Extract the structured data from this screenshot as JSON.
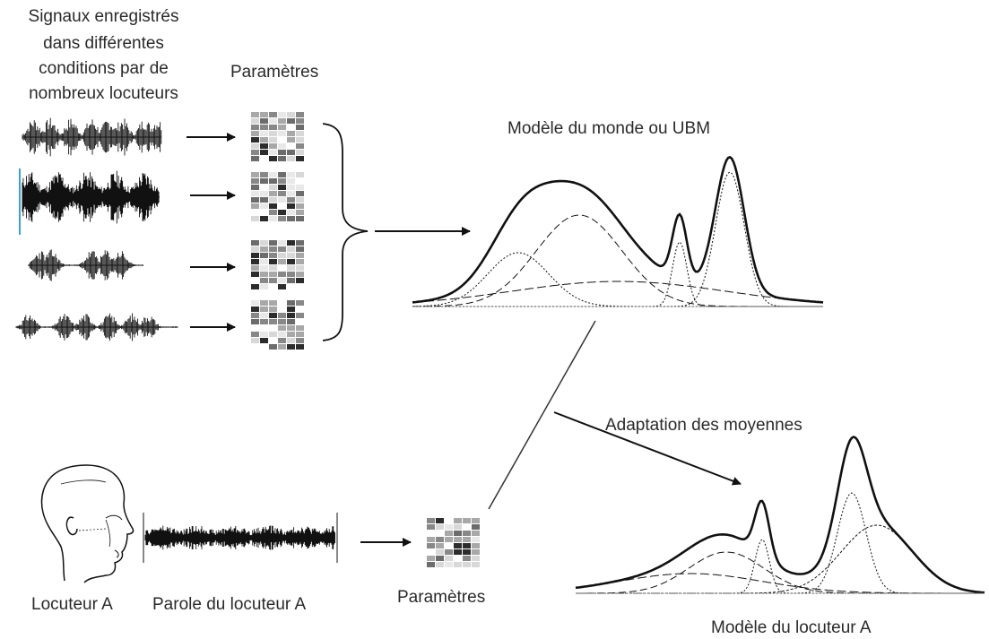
{
  "labels": {
    "signals_title_1": "Signaux enregistrés",
    "signals_title_2": "dans différentes",
    "signals_title_3": "conditions par de",
    "signals_title_4": "nombreux locuteurs",
    "parameters_top": "Paramètres",
    "ubm": "Modèle du monde ou UBM",
    "adaptation": "Adaptation des moyennes",
    "speaker": "Locuteur A",
    "speech": "Parole du locuteur A",
    "parameters_bottom": "Paramètres",
    "speaker_model": "Modèle du locuteur A"
  },
  "icons": {
    "head": "head-profile-icon",
    "waveform": "waveform-icon",
    "parameters": "feature-matrix-icon",
    "brace": "curly-brace-icon"
  },
  "colors": {
    "stroke": "#111111",
    "text": "#2a2a2a",
    "accent_marker": "#3aa0d8"
  }
}
